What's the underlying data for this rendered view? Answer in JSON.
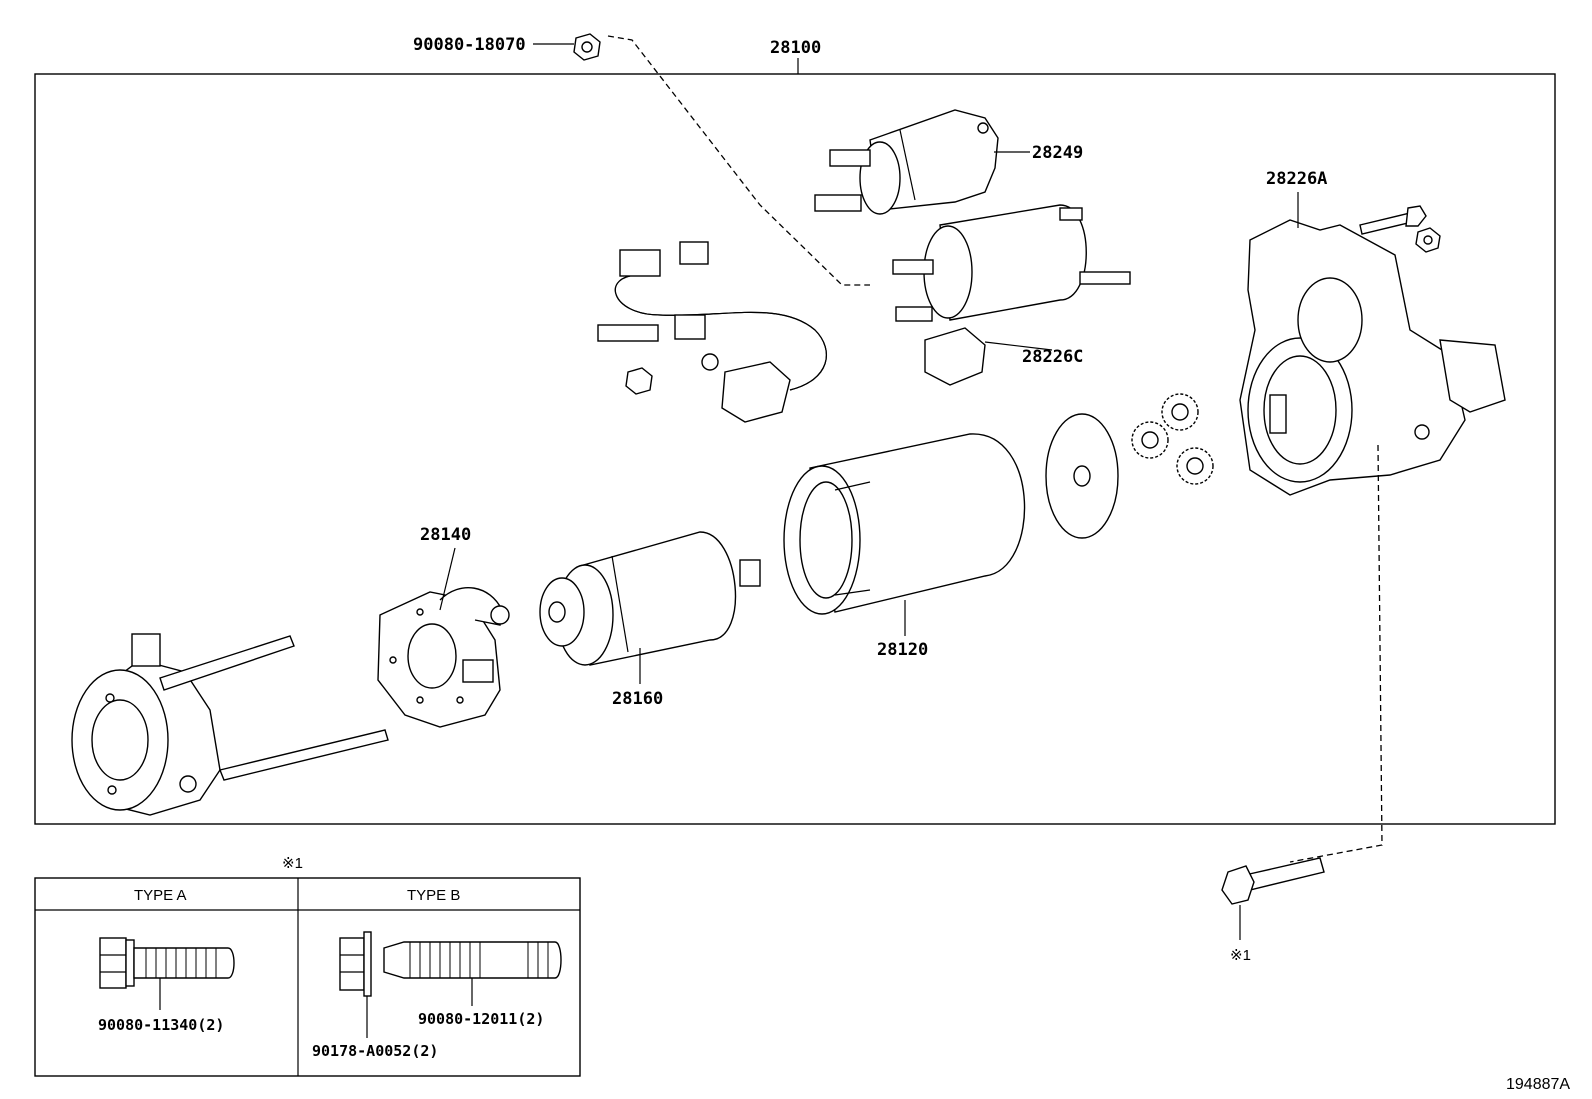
{
  "assembly": {
    "part_number": "28100"
  },
  "parts": {
    "nut_top": "90080-18070",
    "solenoid": "28249",
    "motor": "28226C",
    "drive_housing": "28226A",
    "brush_holder": "28140",
    "armature": "28160",
    "yoke": "28120"
  },
  "bolt_note": {
    "mark": "※1"
  },
  "type_table": {
    "note_mark": "※1",
    "type_a": {
      "header": "TYPE A",
      "part": "90080-11340(2)"
    },
    "type_b": {
      "header": "TYPE B",
      "part_bolt": "90080-12011(2)",
      "part_washer": "90178-A0052(2)"
    }
  },
  "figure_ref": "194887A"
}
